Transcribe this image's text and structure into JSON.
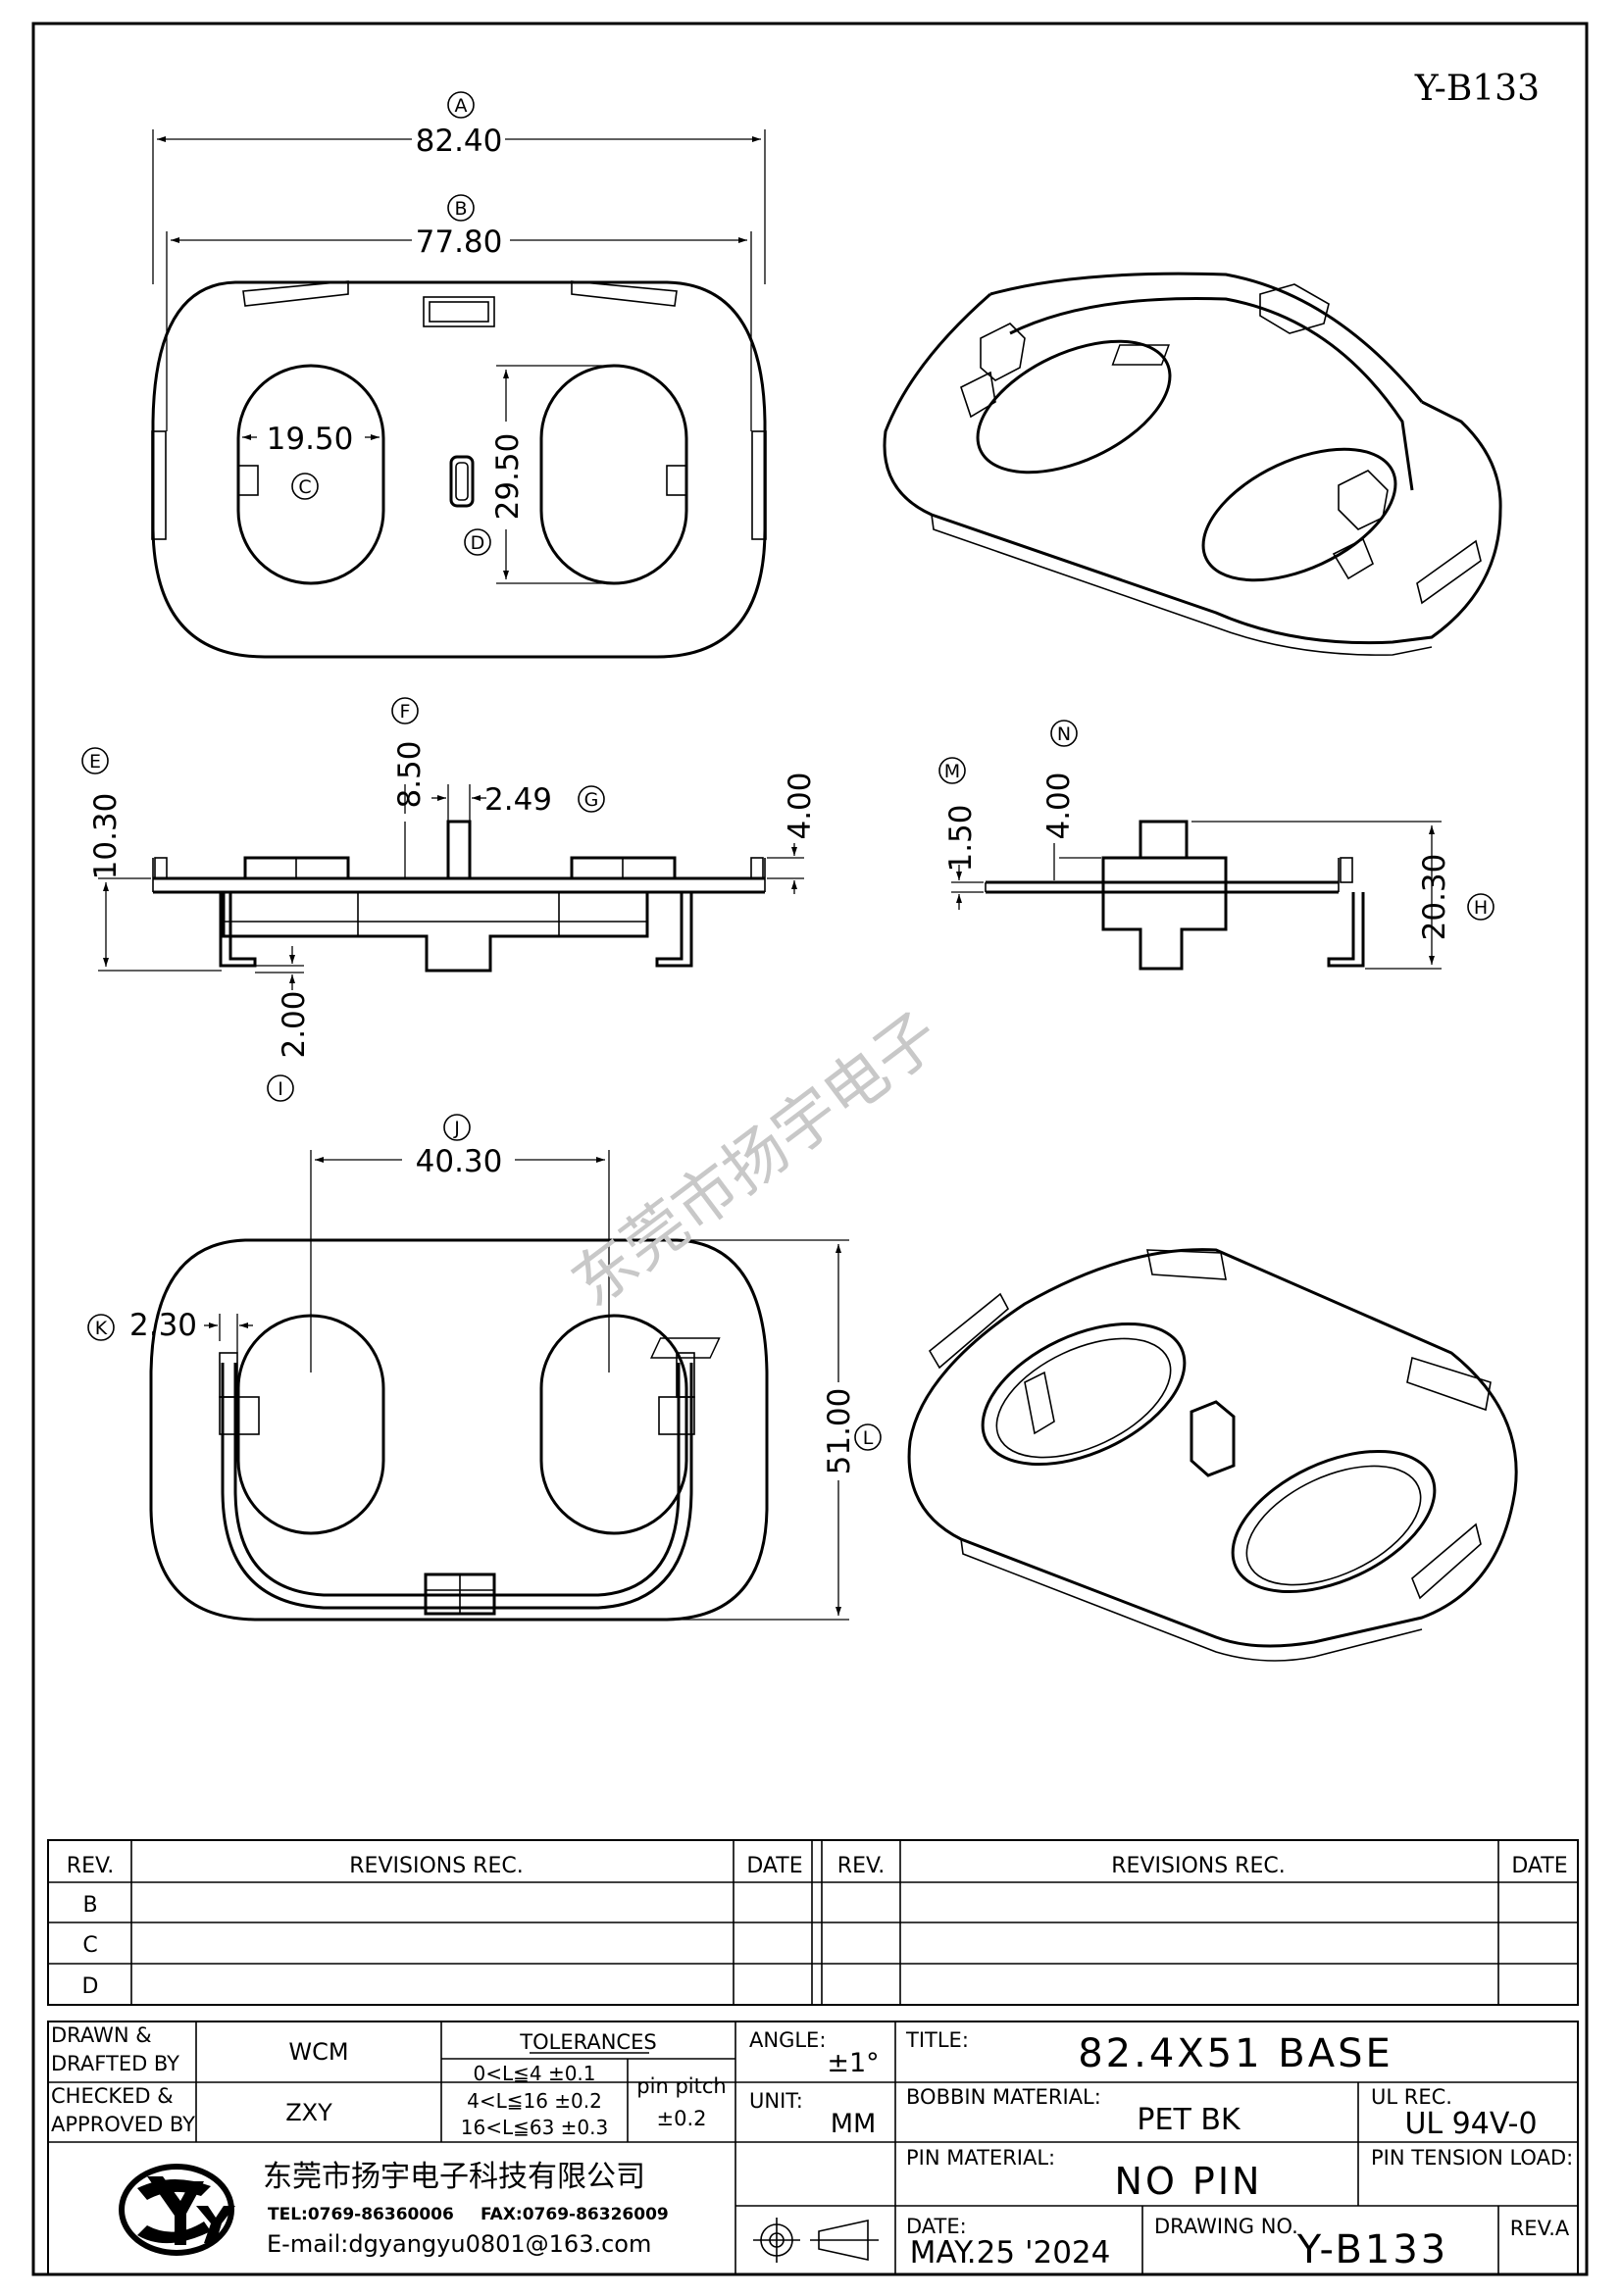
{
  "header": {
    "part_number": "Y-B133"
  },
  "top_view": {
    "dim_a": "82.40",
    "label_a": "A",
    "dim_b": "77.80",
    "label_b": "B",
    "dim_c": "19.50",
    "label_c": "C",
    "dim_d": "29.50",
    "label_d": "D"
  },
  "side_view": {
    "dim_e": "10.30",
    "label_e": "E",
    "dim_f": "8.50",
    "label_f": "F",
    "dim_g": "2.49",
    "label_g": "G",
    "dim_h4": "4.00",
    "dim_i": "2.00",
    "label_i": "I"
  },
  "end_view": {
    "dim_m": "1.50",
    "label_m": "M",
    "dim_n": "4.00",
    "label_n": "N",
    "dim_h": "20.30",
    "label_h": "H"
  },
  "bottom_view": {
    "dim_j": "40.30",
    "label_j": "J",
    "dim_k": "2.30",
    "label_k": "K",
    "dim_l": "51.00",
    "label_l": "L"
  },
  "watermark": "东莞市扬宇电子",
  "revisions": {
    "headers": [
      "REV.",
      "REVISIONS   REC.",
      "DATE"
    ],
    "rows": [
      "B",
      "C",
      "D"
    ]
  },
  "title_block": {
    "drawn_label": [
      "DRAWN &",
      "DRAFTED BY"
    ],
    "drawn_by": "WCM",
    "checked_label": [
      "CHECKED &",
      "APPROVED BY"
    ],
    "checked_by": "ZXY",
    "tolerances_header": "TOLERANCES",
    "tolerances": [
      "0<L≦4   ±0.1",
      "4<L≦16  ±0.2",
      "16<L≦63  ±0.3"
    ],
    "pin_pitch_label": "pin pitch",
    "pin_pitch_value": "±0.2",
    "angle_label": "ANGLE:",
    "angle_value": "±1°",
    "unit_label": "UNIT:",
    "unit_value": "MM",
    "title_label": "TITLE:",
    "title": "82.4X51 BASE",
    "bobbin_material_label": "BOBBIN MATERIAL:",
    "bobbin_material": "PET BK",
    "ul_rec_label": "UL REC.",
    "ul_rec": "UL 94V-0",
    "pin_material_label": "PIN MATERIAL:",
    "pin_material": "NO PIN",
    "pin_tension_label": "PIN TENSION LOAD:",
    "date_label": "DATE:",
    "date": "MAY.25 '2024",
    "drawing_no_label": "DRAWING NO.",
    "drawing_no": "Y-B133",
    "rev": "REV.A"
  },
  "company": {
    "name": "东莞市扬宇电子科技有限公司",
    "tel": "TEL:0769-86360006",
    "fax": "FAX:0769-86326009",
    "email": "E-mail:dgyangyu0801@163.com"
  }
}
